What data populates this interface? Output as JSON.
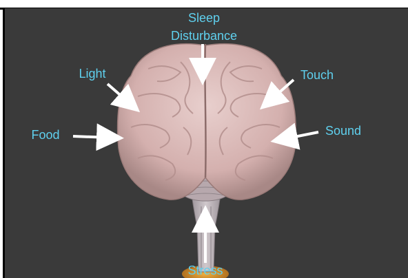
{
  "labels": {
    "sleep_line1": "Sleep",
    "sleep_line2": "Disturbance",
    "light": "Light",
    "touch": "Touch",
    "food": "Food",
    "sound": "Sound",
    "stress": "Stress"
  },
  "colors": {
    "background": "#3a3a3a",
    "label": "#5fd0ee",
    "arrow": "#ffffff",
    "brain": "#d9b8b6",
    "stem": "#b9b0b6",
    "base_glow": "#e0a030"
  },
  "icons": [
    "brain-illustration",
    "arrow-icon"
  ]
}
